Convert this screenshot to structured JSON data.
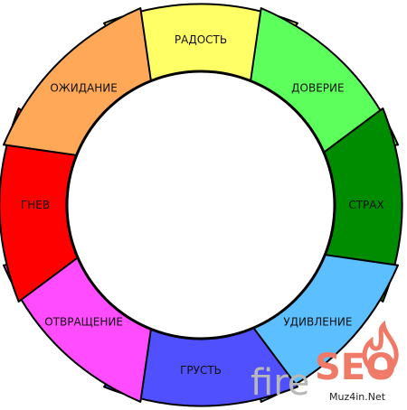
{
  "petals": [
    {
      "label": "РАДОСТЬ",
      "color": "#ffff66"
    },
    {
      "label": "ДОВЕРИЕ",
      "color": "#5cff5c"
    },
    {
      "label": "СТРАХ",
      "color": "#008c00"
    },
    {
      "label": "УДИВЛЕНИЕ",
      "color": "#5cbfff"
    },
    {
      "label": "ГРУСТЬ",
      "color": "#5050ff"
    },
    {
      "label": "ОТВРАЩЕНИЕ",
      "color": "#ff4cff"
    },
    {
      "label": "ГНЕВ",
      "color": "#ff0000"
    },
    {
      "label": "ОЖИДАНИЕ",
      "color": "#ffa858"
    }
  ],
  "center": {
    "color": "#ffffff"
  },
  "watermark": {
    "brand_fire": "fire",
    "brand_seo": "SEO",
    "site": "Muz4in.Net"
  }
}
